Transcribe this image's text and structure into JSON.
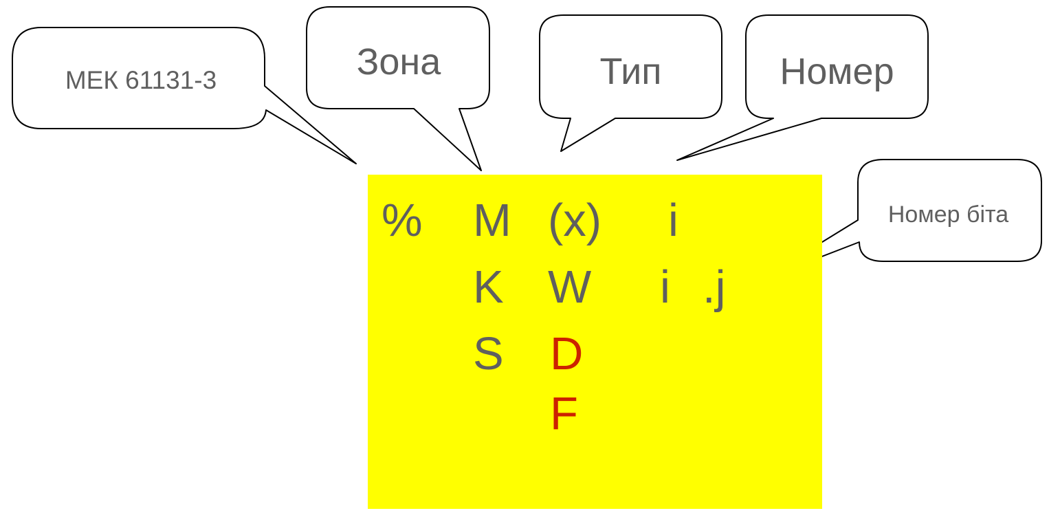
{
  "colors": {
    "background": "#ffffff",
    "box_fill": "#ffff00",
    "text_gray": "#5f5f5f",
    "text_red": "#cc2200",
    "outline": "#000000"
  },
  "callouts": {
    "standard": "МЕК 61131-3",
    "zone": "Зона",
    "type": "Тип",
    "number": "Номер",
    "bit_number": "Номер біта"
  },
  "address": {
    "prefix": "%",
    "zones": [
      "M",
      "K",
      "S"
    ],
    "types": [
      "(x)",
      "W",
      "D",
      "F"
    ],
    "index": [
      "i",
      "i"
    ],
    "bit_suffix": ".j"
  }
}
